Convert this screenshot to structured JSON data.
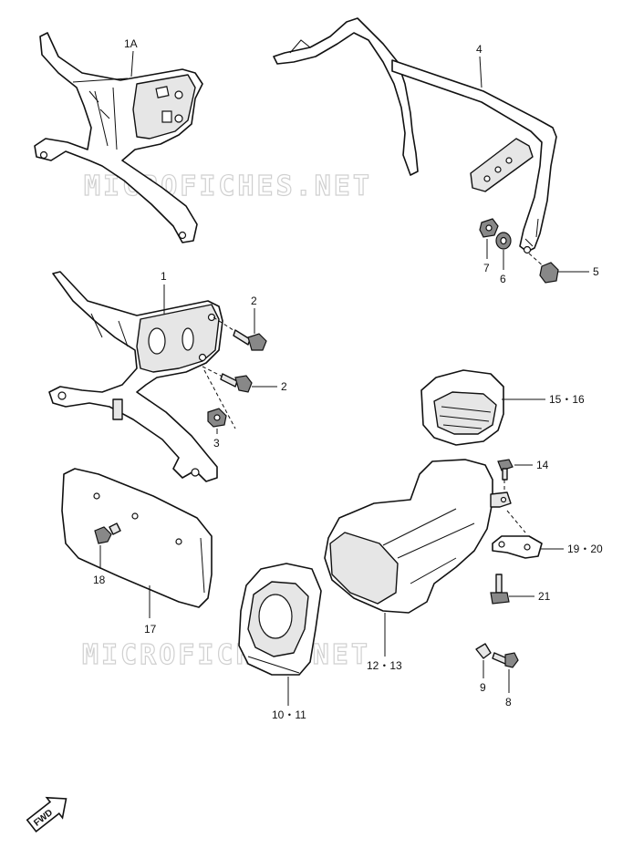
{
  "watermark": "MICROFICHES.NET",
  "fwd_label": "FWD",
  "callouts": {
    "c1A": "1A",
    "c1": "1",
    "c2a": "2",
    "c2b": "2",
    "c3": "3",
    "c4": "4",
    "c5": "5",
    "c6": "6",
    "c7": "7",
    "c8": "8",
    "c9": "9",
    "c10_11": "10・11",
    "c12_13": "12・13",
    "c14": "14",
    "c15_16": "15・16",
    "c17": "17",
    "c18": "18",
    "c19_20": "19・20",
    "c21": "21"
  }
}
